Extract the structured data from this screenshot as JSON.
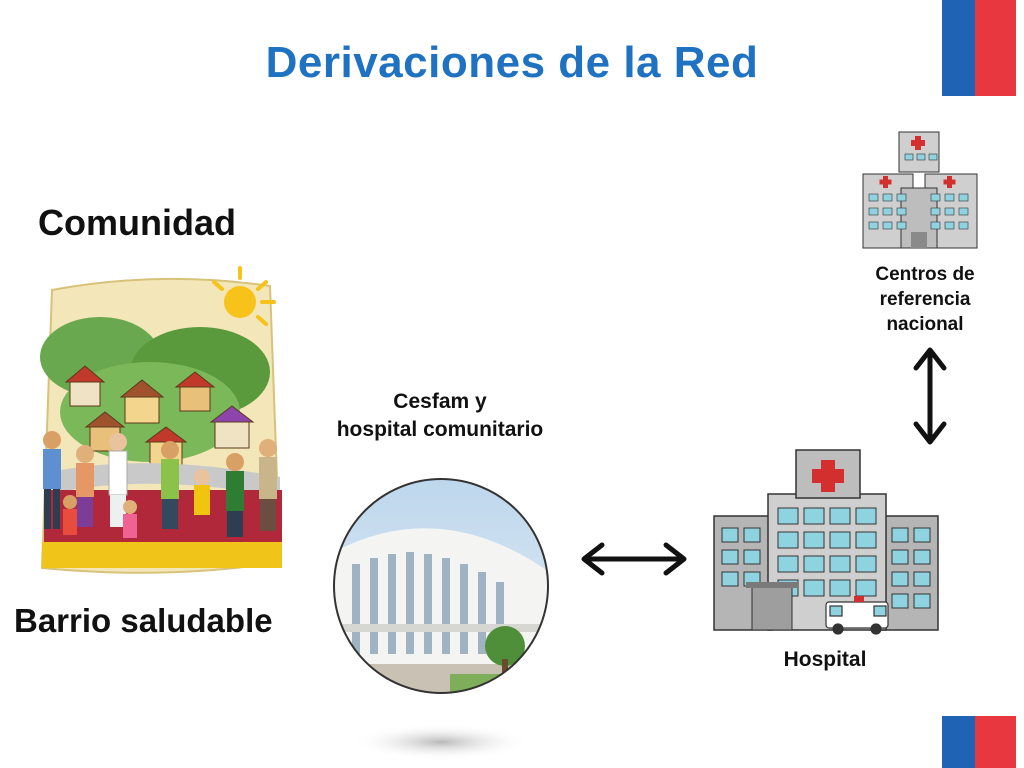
{
  "title": "Derivaciones de la Red",
  "nodes": {
    "comunidad": "Comunidad",
    "barrio": "Barrio saludable",
    "cesfam_line1": "Cesfam y",
    "cesfam_line2": "hospital comunitario",
    "hospital": "Hospital",
    "centros_line1": "Centros de",
    "centros_line2": "referencia",
    "centros_line3": "nacional"
  },
  "colors": {
    "title": "#1f72c1",
    "flag_blue": "#1f64b4",
    "flag_red": "#e8373f",
    "arrow": "#111111"
  },
  "icons": [
    "community-illustration",
    "cesfam-photo",
    "hospital-icon",
    "reference-centers-icon",
    "double-arrow-icon"
  ]
}
